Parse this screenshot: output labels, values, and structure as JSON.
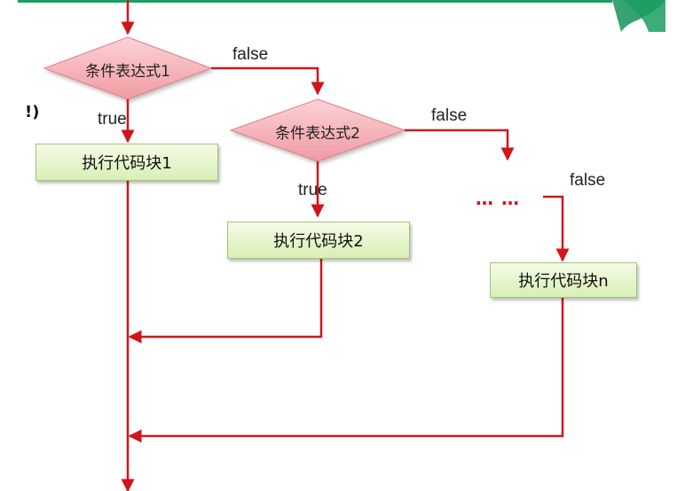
{
  "diagram": {
    "conditions": [
      "条件表达式1",
      "条件表达式2"
    ],
    "blocks": [
      "执行代码块1",
      "执行代码块2",
      "执行代码块n"
    ],
    "edge_labels": {
      "false_1": "false",
      "false_2": "false",
      "false_3": "false",
      "true_1": "true",
      "true_2": "true"
    },
    "ellipsis": "… …",
    "side_marker": "!)"
  },
  "colors": {
    "line": "#d0161b",
    "diamond_fill": "#f6a3aa",
    "box_fill": "#e3f3c8",
    "banner": "#1a9f63"
  }
}
